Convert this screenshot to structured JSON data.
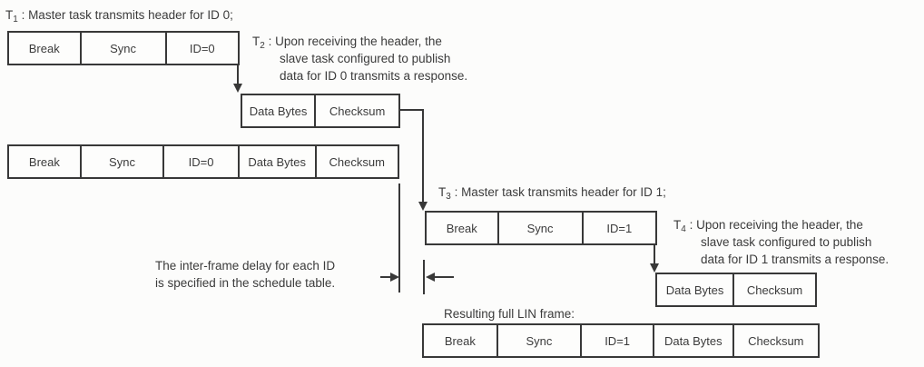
{
  "colors": {
    "background": "#fcfcfb",
    "line": "#383838",
    "text": "#3b3b3b"
  },
  "notes": {
    "t1": {
      "t": "T",
      "sub": "1",
      "text": " : Master task transmits header for ID 0;"
    },
    "t2": {
      "t": "T",
      "sub": "2",
      "line1": " : Upon receiving the header, the",
      "line2": "slave task configured to publish",
      "line3": "data for ID 0 transmits a response."
    },
    "t3": {
      "t": "T",
      "sub": "3",
      "text": " : Master task transmits header for ID 1;"
    },
    "t4": {
      "t": "T",
      "sub": "4",
      "line1": " : Upon receiving the header, the",
      "line2": "slave task configured to publish",
      "line3": "data for ID 1 transmits a response."
    },
    "interframe": {
      "line1": "The inter-frame delay for each ID",
      "line2": "is specified in the schedule table."
    },
    "resulting_label": "Resulting full LIN frame:"
  },
  "frames": {
    "header_id0": {
      "cells": [
        "Break",
        "Sync",
        "ID=0"
      ]
    },
    "response_id0": {
      "cells": [
        "Data Bytes",
        "Checksum"
      ]
    },
    "full_id0": {
      "cells": [
        "Break",
        "Sync",
        "ID=0",
        "Data Bytes",
        "Checksum"
      ]
    },
    "header_id1": {
      "cells": [
        "Break",
        "Sync",
        "ID=1"
      ]
    },
    "response_id1": {
      "cells": [
        "Data Bytes",
        "Checksum"
      ]
    },
    "full_id1": {
      "cells": [
        "Break",
        "Sync",
        "ID=1",
        "Data Bytes",
        "Checksum"
      ]
    }
  }
}
